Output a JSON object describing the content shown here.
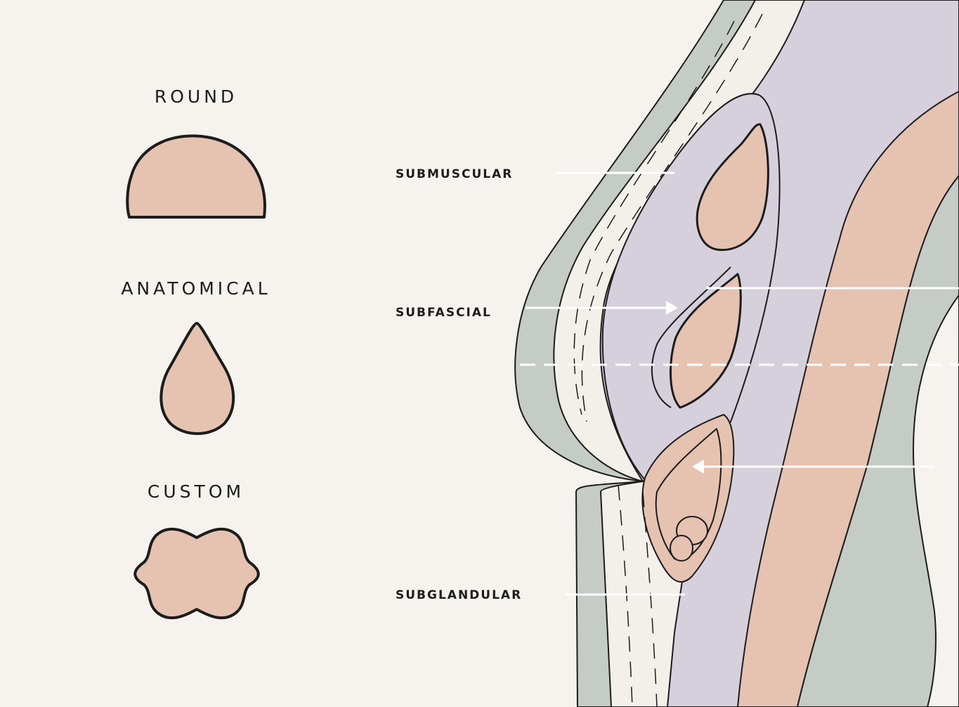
{
  "shapes": {
    "round": {
      "label": "ROUND"
    },
    "anatomical": {
      "label": "ANATOMICAL"
    },
    "custom": {
      "label": "CUSTOM"
    }
  },
  "placements": {
    "submuscular": {
      "label": "SUBMUSCULAR"
    },
    "subfascial": {
      "label": "SUBFASCIAL"
    },
    "subglandular": {
      "label": "SUBGLANDULAR"
    }
  },
  "colors": {
    "background": "#f6f3ee",
    "implant": "#e6c2b1",
    "skin_outer": "#c5ccc5",
    "fat": "#f3efe9",
    "muscle_lavender": "#d6d0dd",
    "pectoral_pink": "#e6c2b1",
    "outline": "#1c1c1c",
    "arrow": "#ffffff"
  }
}
